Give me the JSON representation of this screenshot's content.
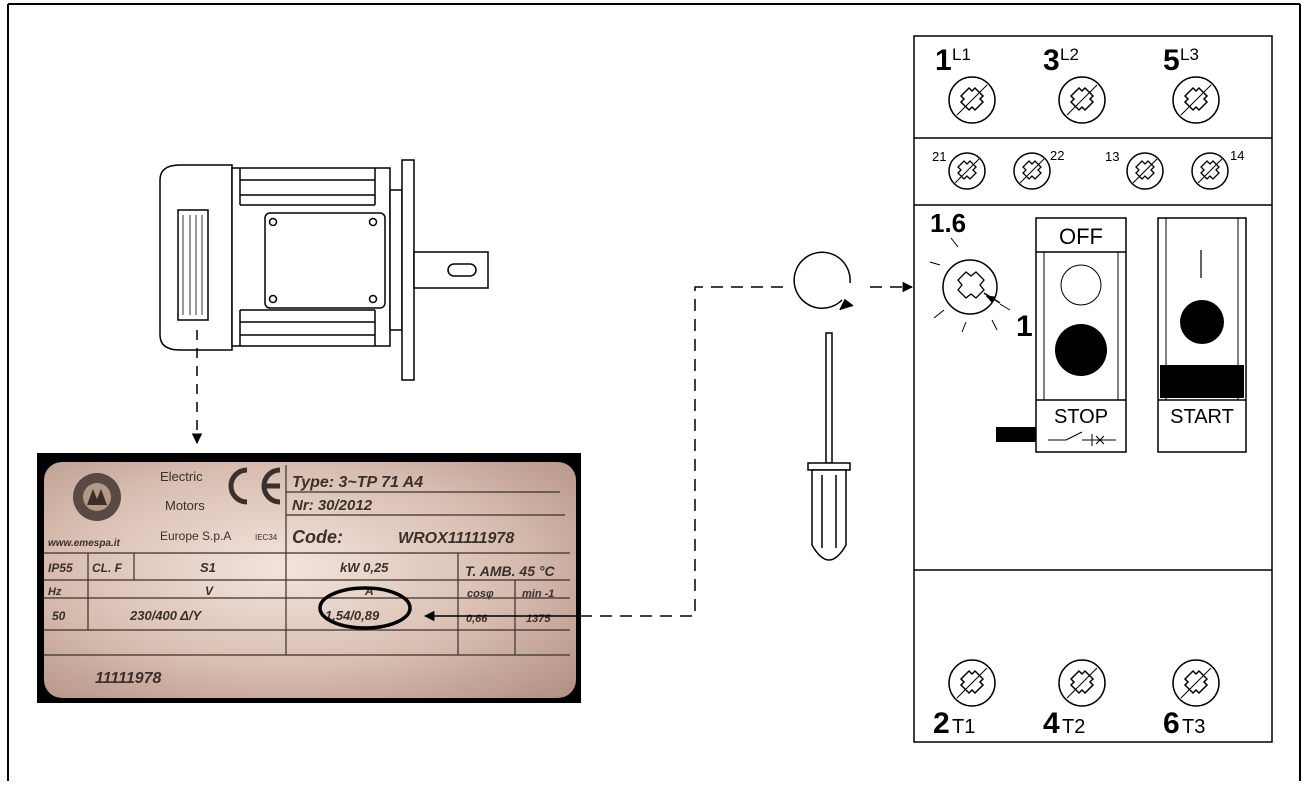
{
  "nameplate": {
    "brand_line1": "Electric",
    "brand_line2": "Motors",
    "brand_line3": "Europe S.p.A",
    "iec": "IEC34",
    "website": "www.emespa.it",
    "type": "Type: 3~TP 71 A4",
    "nr": "Nr: 30/2012",
    "code_label": "Code:",
    "code_value": "WROX11111978",
    "ip": "IP55",
    "cl": "CL. F",
    "s1": "S1",
    "kw": "kW  0,25",
    "tamb": "T. AMB. 45 °C",
    "hz_label": "Hz",
    "v_label": "V",
    "a_label": "A",
    "cos_label": "cosφ",
    "min_label": "min -1",
    "hz": "50",
    "v": "230/400  Δ/Y",
    "a": "1,54/0,89",
    "cos": "0,66",
    "min": "1375",
    "serial": "11111978"
  },
  "relay": {
    "t_L1_num": "1",
    "t_L1_lab": "L1",
    "t_L2_num": "3",
    "t_L2_lab": "L2",
    "t_L3_num": "5",
    "t_L3_lab": "L3",
    "aux_21": "21",
    "aux_22": "22",
    "aux_13": "13",
    "aux_14": "14",
    "dial_max": "1.6",
    "dial_min": "1",
    "off_label": "OFF",
    "stop_label": "STOP",
    "start_label": "START",
    "start_mark": "|",
    "t_T1_num": "2",
    "t_T1_lab": "T1",
    "t_T2_num": "4",
    "t_T2_lab": "T2",
    "t_T3_num": "6",
    "t_T3_lab": "T3"
  },
  "colors": {
    "line": "#000000",
    "plate_bg": "#c8a99a",
    "plate_border": "#000000"
  }
}
